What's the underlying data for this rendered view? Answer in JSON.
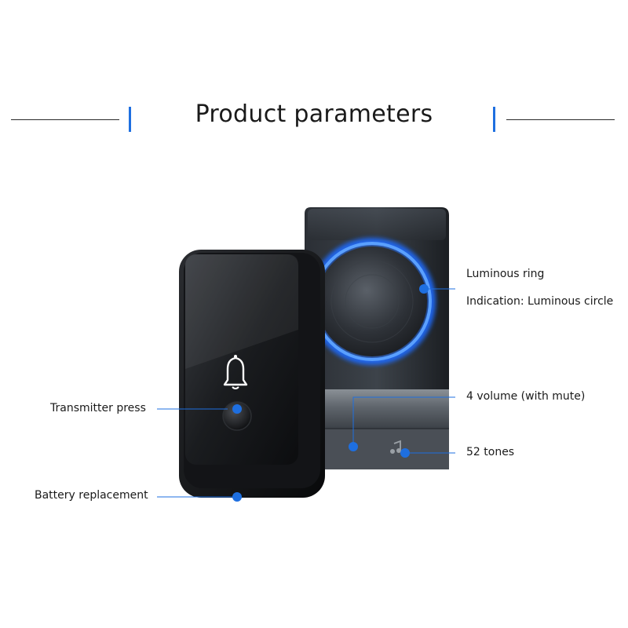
{
  "heading": {
    "title": "Product parameters"
  },
  "colors": {
    "accent": "#1e6fe0",
    "rule": "#2a2a2a",
    "housing": "#202327",
    "ring": "#1f6bff"
  },
  "icons": {
    "button_symbol": "bell-icon",
    "tone_symbol": "music-note-icon"
  },
  "callouts": {
    "luminous_ring": "Luminous ring",
    "indication": "Indication: Luminous circle",
    "volume": "4 volume (with mute)",
    "tones": "52 tones",
    "transmitter": "Transmitter press",
    "battery": "Battery replacement"
  }
}
